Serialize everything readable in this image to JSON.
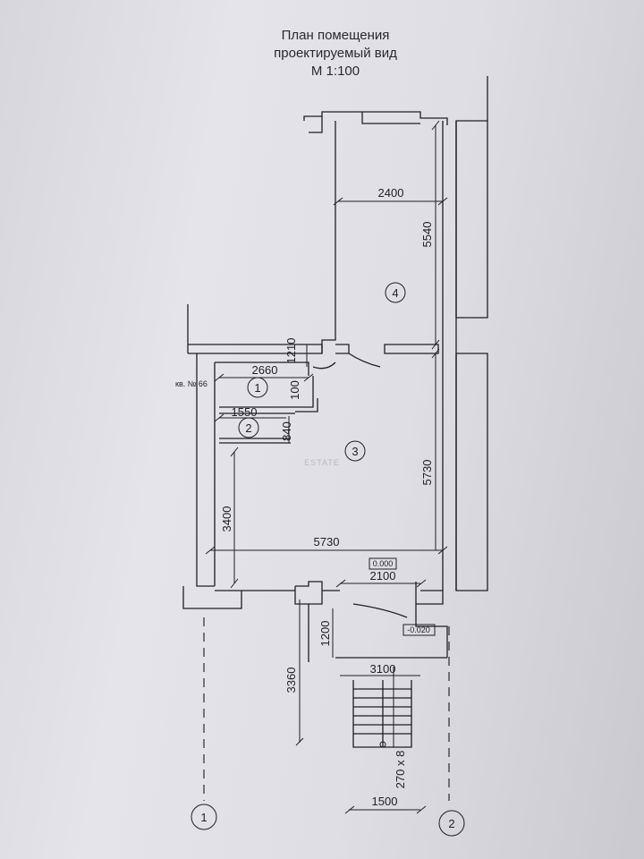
{
  "title": {
    "line1": "План помещения",
    "line2": "проектируемый  вид",
    "line3": "М 1:100"
  },
  "apartment_label": "кв. № 66",
  "rooms": [
    "1",
    "2",
    "3",
    "4"
  ],
  "axes": [
    "1",
    "2"
  ],
  "dimensions": {
    "d2400": "2400",
    "d5540": "5540",
    "d1210": "1210",
    "d2660": "2660",
    "d100": "100",
    "d1550": "1550",
    "d840": "840",
    "d5730_v": "5730",
    "d3400": "3400",
    "d5730_h": "5730",
    "d2100": "2100",
    "d1200": "1200",
    "d3360": "3360",
    "d3100": "3100",
    "d270x8": "270 х 8",
    "d1500": "1500"
  },
  "levels": {
    "floor": "0.000",
    "entrance": "-0.020"
  },
  "watermark": "ESTATE"
}
